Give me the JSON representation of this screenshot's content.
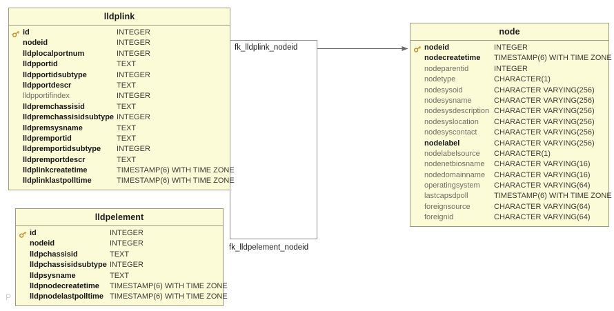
{
  "diagram": {
    "watermark": "P",
    "key_icon_name": "primary-key-icon"
  },
  "entities": [
    {
      "id": "lldplink",
      "title": "lldplink",
      "columns": [
        {
          "key": true,
          "name": "id",
          "type": "INTEGER",
          "nullable": false
        },
        {
          "key": false,
          "name": "nodeid",
          "type": "INTEGER",
          "nullable": false
        },
        {
          "key": false,
          "name": "lldplocalportnum",
          "type": "INTEGER",
          "nullable": false
        },
        {
          "key": false,
          "name": "lldpportid",
          "type": "TEXT",
          "nullable": false
        },
        {
          "key": false,
          "name": "lldpportidsubtype",
          "type": "INTEGER",
          "nullable": false
        },
        {
          "key": false,
          "name": "lldpportdescr",
          "type": "TEXT",
          "nullable": false
        },
        {
          "key": false,
          "name": "lldpportifindex",
          "type": "INTEGER",
          "nullable": true
        },
        {
          "key": false,
          "name": "lldpremchassisid",
          "type": "TEXT",
          "nullable": false
        },
        {
          "key": false,
          "name": "lldpremchassisidsubtype",
          "type": "INTEGER",
          "nullable": false
        },
        {
          "key": false,
          "name": "lldpremsysname",
          "type": "TEXT",
          "nullable": false
        },
        {
          "key": false,
          "name": "lldpremportid",
          "type": "TEXT",
          "nullable": false
        },
        {
          "key": false,
          "name": "lldpremportidsubtype",
          "type": "INTEGER",
          "nullable": false
        },
        {
          "key": false,
          "name": "lldpremportdescr",
          "type": "TEXT",
          "nullable": false
        },
        {
          "key": false,
          "name": "lldplinkcreatetime",
          "type": "TIMESTAMP(6) WITH TIME ZONE",
          "nullable": false
        },
        {
          "key": false,
          "name": "lldplinklastpolltime",
          "type": "TIMESTAMP(6) WITH TIME ZONE",
          "nullable": false
        }
      ]
    },
    {
      "id": "lldpelement",
      "title": "lldpelement",
      "columns": [
        {
          "key": true,
          "name": "id",
          "type": "INTEGER",
          "nullable": false
        },
        {
          "key": false,
          "name": "nodeid",
          "type": "INTEGER",
          "nullable": false
        },
        {
          "key": false,
          "name": "lldpchassisid",
          "type": "TEXT",
          "nullable": false
        },
        {
          "key": false,
          "name": "lldpchassisidsubtype",
          "type": "INTEGER",
          "nullable": false
        },
        {
          "key": false,
          "name": "lldpsysname",
          "type": "TEXT",
          "nullable": false
        },
        {
          "key": false,
          "name": "lldpnodecreatetime",
          "type": "TIMESTAMP(6) WITH TIME ZONE",
          "nullable": false
        },
        {
          "key": false,
          "name": "lldpnodelastpolltime",
          "type": "TIMESTAMP(6) WITH TIME ZONE",
          "nullable": false
        }
      ]
    },
    {
      "id": "node",
      "title": "node",
      "columns": [
        {
          "key": true,
          "name": "nodeid",
          "type": "INTEGER",
          "nullable": false
        },
        {
          "key": false,
          "name": "nodecreatetime",
          "type": "TIMESTAMP(6) WITH TIME ZONE",
          "nullable": false
        },
        {
          "key": false,
          "name": "nodeparentid",
          "type": "INTEGER",
          "nullable": true
        },
        {
          "key": false,
          "name": "nodetype",
          "type": "CHARACTER(1)",
          "nullable": true
        },
        {
          "key": false,
          "name": "nodesysoid",
          "type": "CHARACTER VARYING(256)",
          "nullable": true
        },
        {
          "key": false,
          "name": "nodesysname",
          "type": "CHARACTER VARYING(256)",
          "nullable": true
        },
        {
          "key": false,
          "name": "nodesysdescription",
          "type": "CHARACTER VARYING(256)",
          "nullable": true
        },
        {
          "key": false,
          "name": "nodesyslocation",
          "type": "CHARACTER VARYING(256)",
          "nullable": true
        },
        {
          "key": false,
          "name": "nodesyscontact",
          "type": "CHARACTER VARYING(256)",
          "nullable": true
        },
        {
          "key": false,
          "name": "nodelabel",
          "type": "CHARACTER VARYING(256)",
          "nullable": false
        },
        {
          "key": false,
          "name": "nodelabelsource",
          "type": "CHARACTER(1)",
          "nullable": true
        },
        {
          "key": false,
          "name": "nodenetbiosname",
          "type": "CHARACTER VARYING(16)",
          "nullable": true
        },
        {
          "key": false,
          "name": "nodedomainname",
          "type": "CHARACTER VARYING(16)",
          "nullable": true
        },
        {
          "key": false,
          "name": "operatingsystem",
          "type": "CHARACTER VARYING(64)",
          "nullable": true
        },
        {
          "key": false,
          "name": "lastcapsdpoll",
          "type": "TIMESTAMP(6) WITH TIME ZONE",
          "nullable": true
        },
        {
          "key": false,
          "name": "foreignsource",
          "type": "CHARACTER VARYING(64)",
          "nullable": true
        },
        {
          "key": false,
          "name": "foreignid",
          "type": "CHARACTER VARYING(64)",
          "nullable": true
        }
      ]
    }
  ],
  "relationships": [
    {
      "id": "fk_lldplink_nodeid",
      "label": "fk_lldplink_nodeid",
      "from": "lldplink",
      "to": "node"
    },
    {
      "id": "fk_lldpelement_nodeid",
      "label": "fk_lldpelement_nodeid",
      "from": "lldpelement",
      "to": "node"
    }
  ]
}
